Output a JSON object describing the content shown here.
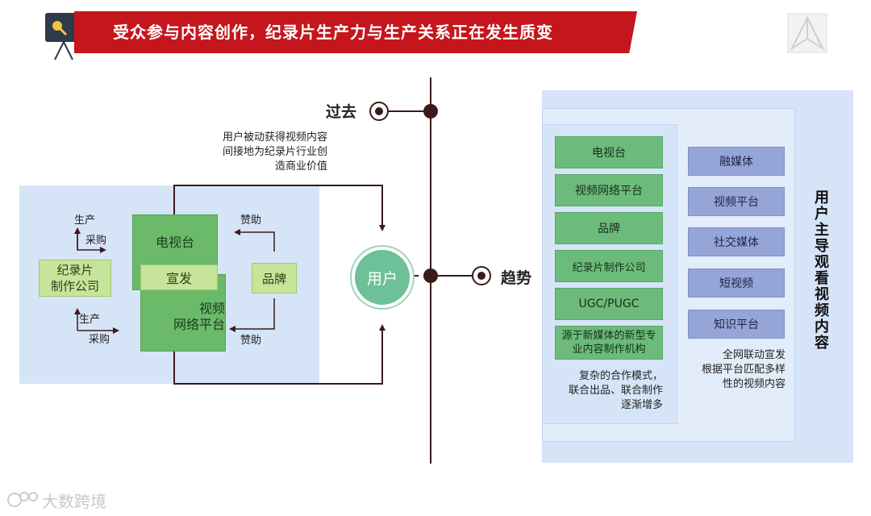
{
  "header": {
    "title": "受众参与内容创作，纪录片生产力与生产关系正在发生质变"
  },
  "timeline": {
    "past_label": "过去",
    "trend_label": "趋势"
  },
  "left": {
    "note_lines": [
      "用户被动获得视频内容",
      "间接地为纪录片行业创",
      "造商业价值"
    ],
    "documentary_company": [
      "纪录片",
      "制作公司"
    ],
    "tv": "电视台",
    "publicity": "宣发",
    "video_platform": [
      "视频",
      "网络平台"
    ],
    "brand": "品牌",
    "produce_top": "生产",
    "purchase_top": "采购",
    "produce_bottom": "生产",
    "purchase_bottom": "采购",
    "sponsor_top": "赞助",
    "sponsor_bottom": "赞助",
    "user": "用户"
  },
  "right": {
    "producers": [
      "电视台",
      "视频网络平台",
      "品牌",
      "纪录片制作公司",
      "UGC/PUGC",
      "源于新媒体的新型专业内容制作机构"
    ],
    "producers_note_lines": [
      "复杂的合作模式，",
      "联合出品、联合制作",
      "逐渐增多"
    ],
    "channels": [
      "融媒体",
      "视频平台",
      "社交媒体",
      "短视频",
      "知识平台"
    ],
    "channels_note_lines": [
      "全网联动宣发",
      "根据平台匹配多样",
      "性的视频内容"
    ],
    "vertical_label": "用户主导观看视频内容"
  },
  "footer": {
    "brand": "大数跨境"
  },
  "colors": {
    "banner_red": "#c4161c",
    "green": "#6aba6a",
    "light_green": "#c7e59a",
    "panel_blue": "#d6e4f7",
    "channel_grey": "#95a5d8",
    "user_circle": "#6dc198",
    "line_dark": "#3b1a1a"
  }
}
